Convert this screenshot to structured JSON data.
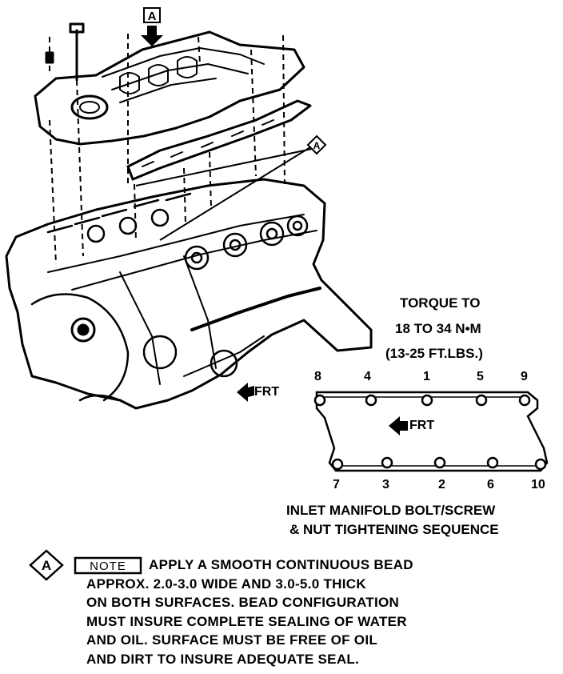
{
  "callout_letter": "A",
  "torque": {
    "line1": "TORQUE TO",
    "line2": "18 TO 34 N•M",
    "line3": "(13-25 FT.LBS.)"
  },
  "sequence": {
    "top": [
      "8",
      "4",
      "1",
      "5",
      "9"
    ],
    "bottom": [
      "7",
      "3",
      "2",
      "6",
      "10"
    ],
    "frt_label": "FRT",
    "caption_line1": "INLET MANIFOLD BOLT/SCREW",
    "caption_line2": "& NUT TIGHTENING SEQUENCE"
  },
  "engine": {
    "frt_label": "FRT"
  },
  "note": {
    "badge": "NOTE",
    "lines": [
      "APPLY A SMOOTH CONTINUOUS BEAD",
      "APPROX. 2.0-3.0 WIDE AND 3.0-5.0 THICK",
      "ON BOTH SURFACES. BEAD CONFIGURATION",
      "MUST INSURE COMPLETE SEALING OF WATER",
      "AND OIL. SURFACE MUST BE FREE OF OIL",
      "AND DIRT TO INSURE ADEQUATE SEAL."
    ]
  }
}
